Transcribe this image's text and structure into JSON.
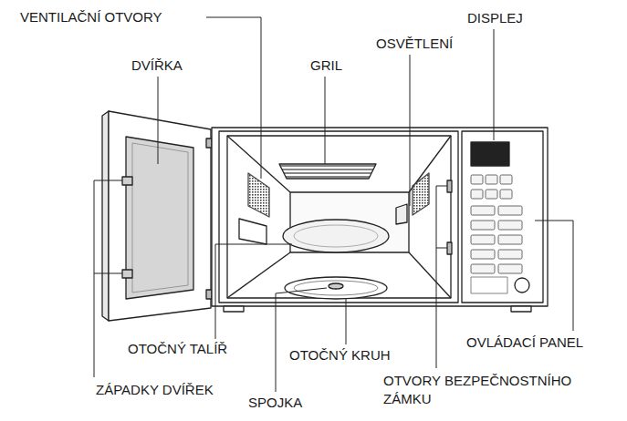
{
  "diagram": {
    "labels": [
      "VENTILAČNÍ OTVORY",
      "DISPLEJ",
      "DVÍŘKA",
      "GRIL",
      "OSVĚTLENÍ",
      "OVLÁDACÍ PANEL",
      "OTOČNÝ TALÍŘ",
      "OTOČNÝ KRUH",
      "ZÁPADKY DVÍŘEK",
      "SPOJKA",
      "OTVORY BEZPEČNOSTNÍHO ZÁMKU"
    ]
  }
}
